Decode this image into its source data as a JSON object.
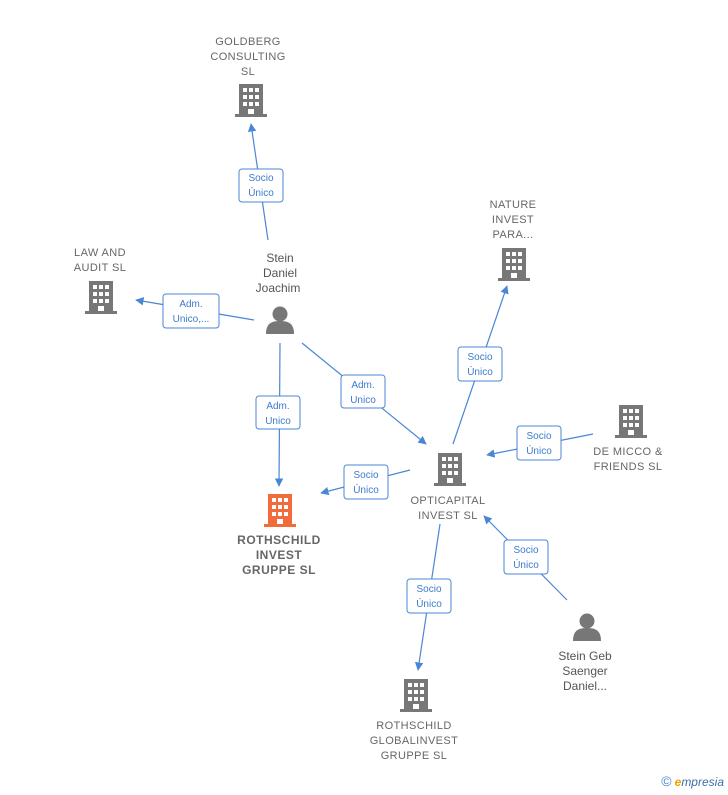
{
  "nodes": {
    "goldberg": {
      "lines": [
        "GOLDBERG",
        "CONSULTING",
        "SL"
      ]
    },
    "law_audit": {
      "lines": [
        "LAW AND",
        "AUDIT  SL"
      ]
    },
    "nature_invest": {
      "lines": [
        "NATURE",
        "INVEST",
        "PARA..."
      ]
    },
    "stein_daniel": {
      "lines": [
        "Stein",
        "Daniel",
        "Joachim"
      ]
    },
    "rothschild_invest": {
      "lines": [
        "ROTHSCHILD",
        "INVEST",
        "GRUPPE  SL"
      ]
    },
    "opticapital": {
      "lines": [
        "OPTICAPITAL",
        "INVEST  SL"
      ]
    },
    "de_micco": {
      "lines": [
        "DE MICCO &",
        "FRIENDS  SL"
      ]
    },
    "stein_geb": {
      "lines": [
        "Stein Geb",
        "Saenger",
        "Daniel..."
      ]
    },
    "rothschild_global": {
      "lines": [
        "ROTHSCHILD",
        "GLOBALINVEST",
        "GRUPPE  SL"
      ]
    }
  },
  "edges": {
    "stein_to_goldberg": {
      "lines": [
        "Socio",
        "Único"
      ]
    },
    "stein_to_law": {
      "lines": [
        "Adm.",
        "Unico,..."
      ]
    },
    "stein_to_opticapital": {
      "lines": [
        "Adm.",
        "Unico"
      ]
    },
    "stein_to_rothschild": {
      "lines": [
        "Adm.",
        "Unico"
      ]
    },
    "opticapital_to_nature": {
      "lines": [
        "Socio",
        "Único"
      ]
    },
    "demicco_to_opticapital": {
      "lines": [
        "Socio",
        "Único"
      ]
    },
    "opticapital_to_rothschild": {
      "lines": [
        "Socio",
        "Único"
      ]
    },
    "steingeb_to_opticapital": {
      "lines": [
        "Socio",
        "Único"
      ]
    },
    "opticapital_to_global": {
      "lines": [
        "Socio",
        "Único"
      ]
    }
  },
  "colors": {
    "edge": "#4a86d6",
    "company_icon": "#777777",
    "focus_icon": "#f26b3a",
    "person_icon": "#777777"
  },
  "icons": {
    "company": "building-icon",
    "person": "person-icon"
  },
  "brand": {
    "copyright": "©",
    "e": "e",
    "name": "mpresia"
  }
}
